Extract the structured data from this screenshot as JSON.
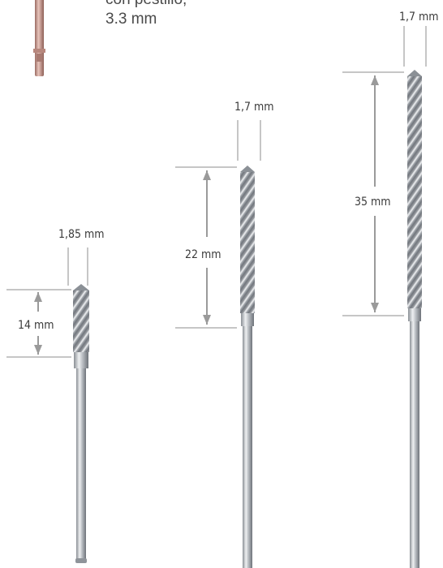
{
  "caption": {
    "line1": "con pestillo,",
    "line2": "3.3 mm"
  },
  "drills": [
    {
      "diameter_label": "1,85 mm",
      "length_label": "14 mm"
    },
    {
      "diameter_label": "1,7 mm",
      "length_label": "22 mm"
    },
    {
      "diameter_label": "1,7 mm",
      "length_label": "35 mm"
    }
  ],
  "colors": {
    "dimension_line": "#8c8c8c",
    "arrow": "#9a9a9a",
    "steel_light": "#e4e6e9",
    "steel_dark": "#6d7279",
    "rose_metal": "#c9958a"
  }
}
